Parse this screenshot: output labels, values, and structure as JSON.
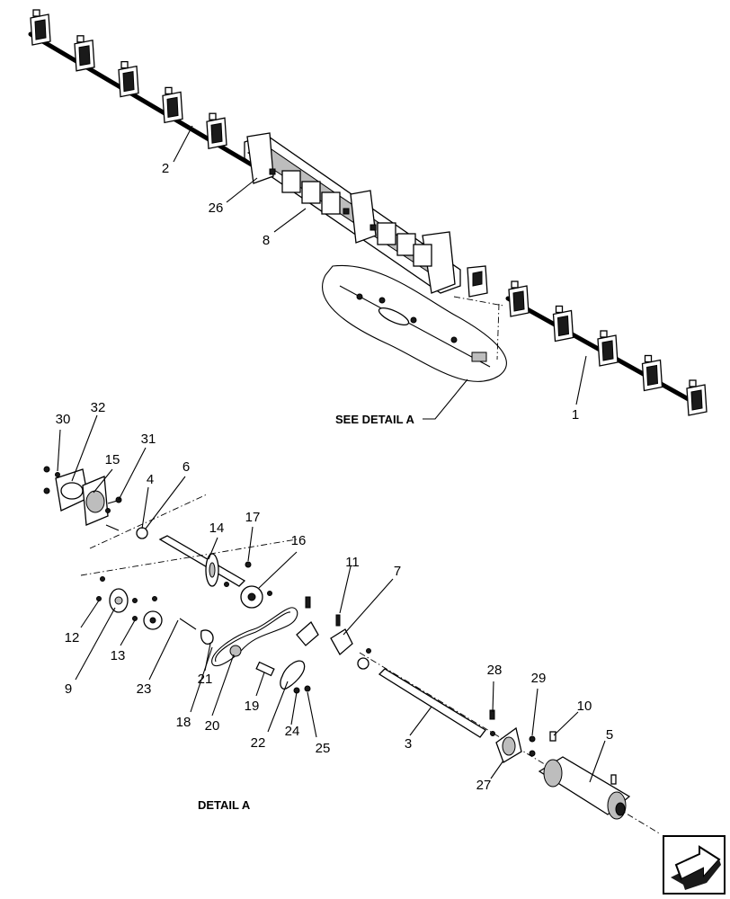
{
  "callouts": [
    {
      "id": "c1",
      "text": "1"
    },
    {
      "id": "c2",
      "text": "2"
    },
    {
      "id": "c3",
      "text": "3"
    },
    {
      "id": "c4",
      "text": "4"
    },
    {
      "id": "c5",
      "text": "5"
    },
    {
      "id": "c6",
      "text": "6"
    },
    {
      "id": "c7",
      "text": "7"
    },
    {
      "id": "c8",
      "text": "8"
    },
    {
      "id": "c9",
      "text": "9"
    },
    {
      "id": "c10",
      "text": "10"
    },
    {
      "id": "c11",
      "text": "11"
    },
    {
      "id": "c12",
      "text": "12"
    },
    {
      "id": "c13",
      "text": "13"
    },
    {
      "id": "c14",
      "text": "14"
    },
    {
      "id": "c15",
      "text": "15"
    },
    {
      "id": "c16",
      "text": "16"
    },
    {
      "id": "c17",
      "text": "17"
    },
    {
      "id": "c18",
      "text": "18"
    },
    {
      "id": "c19",
      "text": "19"
    },
    {
      "id": "c20",
      "text": "20"
    },
    {
      "id": "c21",
      "text": "21"
    },
    {
      "id": "c22",
      "text": "22"
    },
    {
      "id": "c23",
      "text": "23"
    },
    {
      "id": "c24",
      "text": "24"
    },
    {
      "id": "c25",
      "text": "25"
    },
    {
      "id": "c26",
      "text": "26"
    },
    {
      "id": "c27",
      "text": "27"
    },
    {
      "id": "c28",
      "text": "28"
    },
    {
      "id": "c29",
      "text": "29"
    },
    {
      "id": "c30",
      "text": "30"
    },
    {
      "id": "c31",
      "text": "31"
    },
    {
      "id": "c32",
      "text": "32"
    }
  ],
  "labels": {
    "see_detail": "SEE DETAIL  A",
    "detail_title": "DETAIL A"
  },
  "icons": {
    "next_page": "next-page-arrow-icon"
  }
}
